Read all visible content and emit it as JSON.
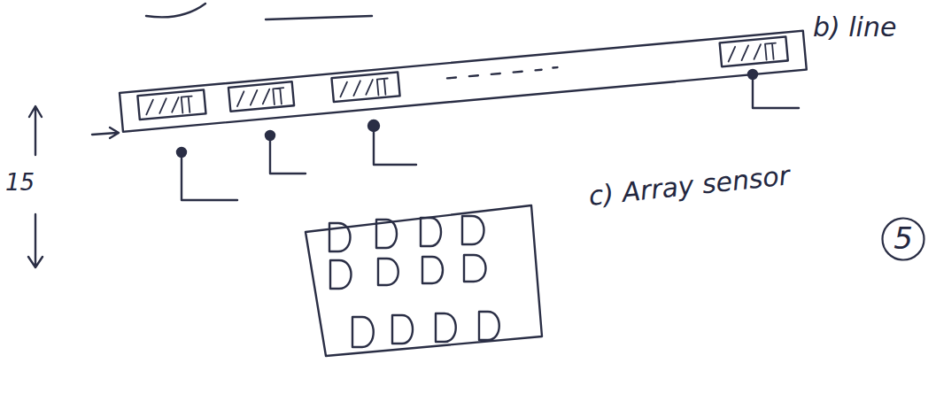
{
  "diagram": {
    "nodes": [
      {
        "text": [
          "5"
        ]
      }
    ],
    "labels": [
      "b) line",
      "15",
      "c) Array sensor"
    ]
  }
}
